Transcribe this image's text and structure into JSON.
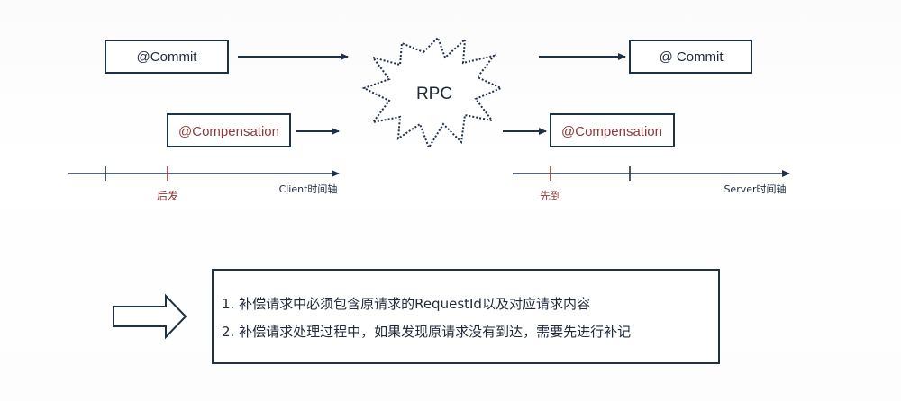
{
  "client": {
    "commit_label": "@Commit",
    "compensation_label": "@Compensation",
    "late_label": "后发",
    "axis_label": "Client时间轴"
  },
  "rpc": {
    "label": "RPC"
  },
  "server": {
    "commit_label": "@ Commit",
    "compensation_label": "@Compensation",
    "early_label": "先到",
    "axis_label": "Server时间轴"
  },
  "notes": {
    "items": [
      "1.   补偿请求中必须包含原请求的RequestId以及对应请求内容",
      "2.   补偿请求处理过程中，如果发现原请求没有到达，需要先进行补记"
    ]
  },
  "icons": {
    "big_arrow": "right-arrow-outline-icon",
    "burst": "explosion-burst-icon"
  },
  "colors": {
    "dark": "#1f3147",
    "red": "#8a3a3a"
  }
}
